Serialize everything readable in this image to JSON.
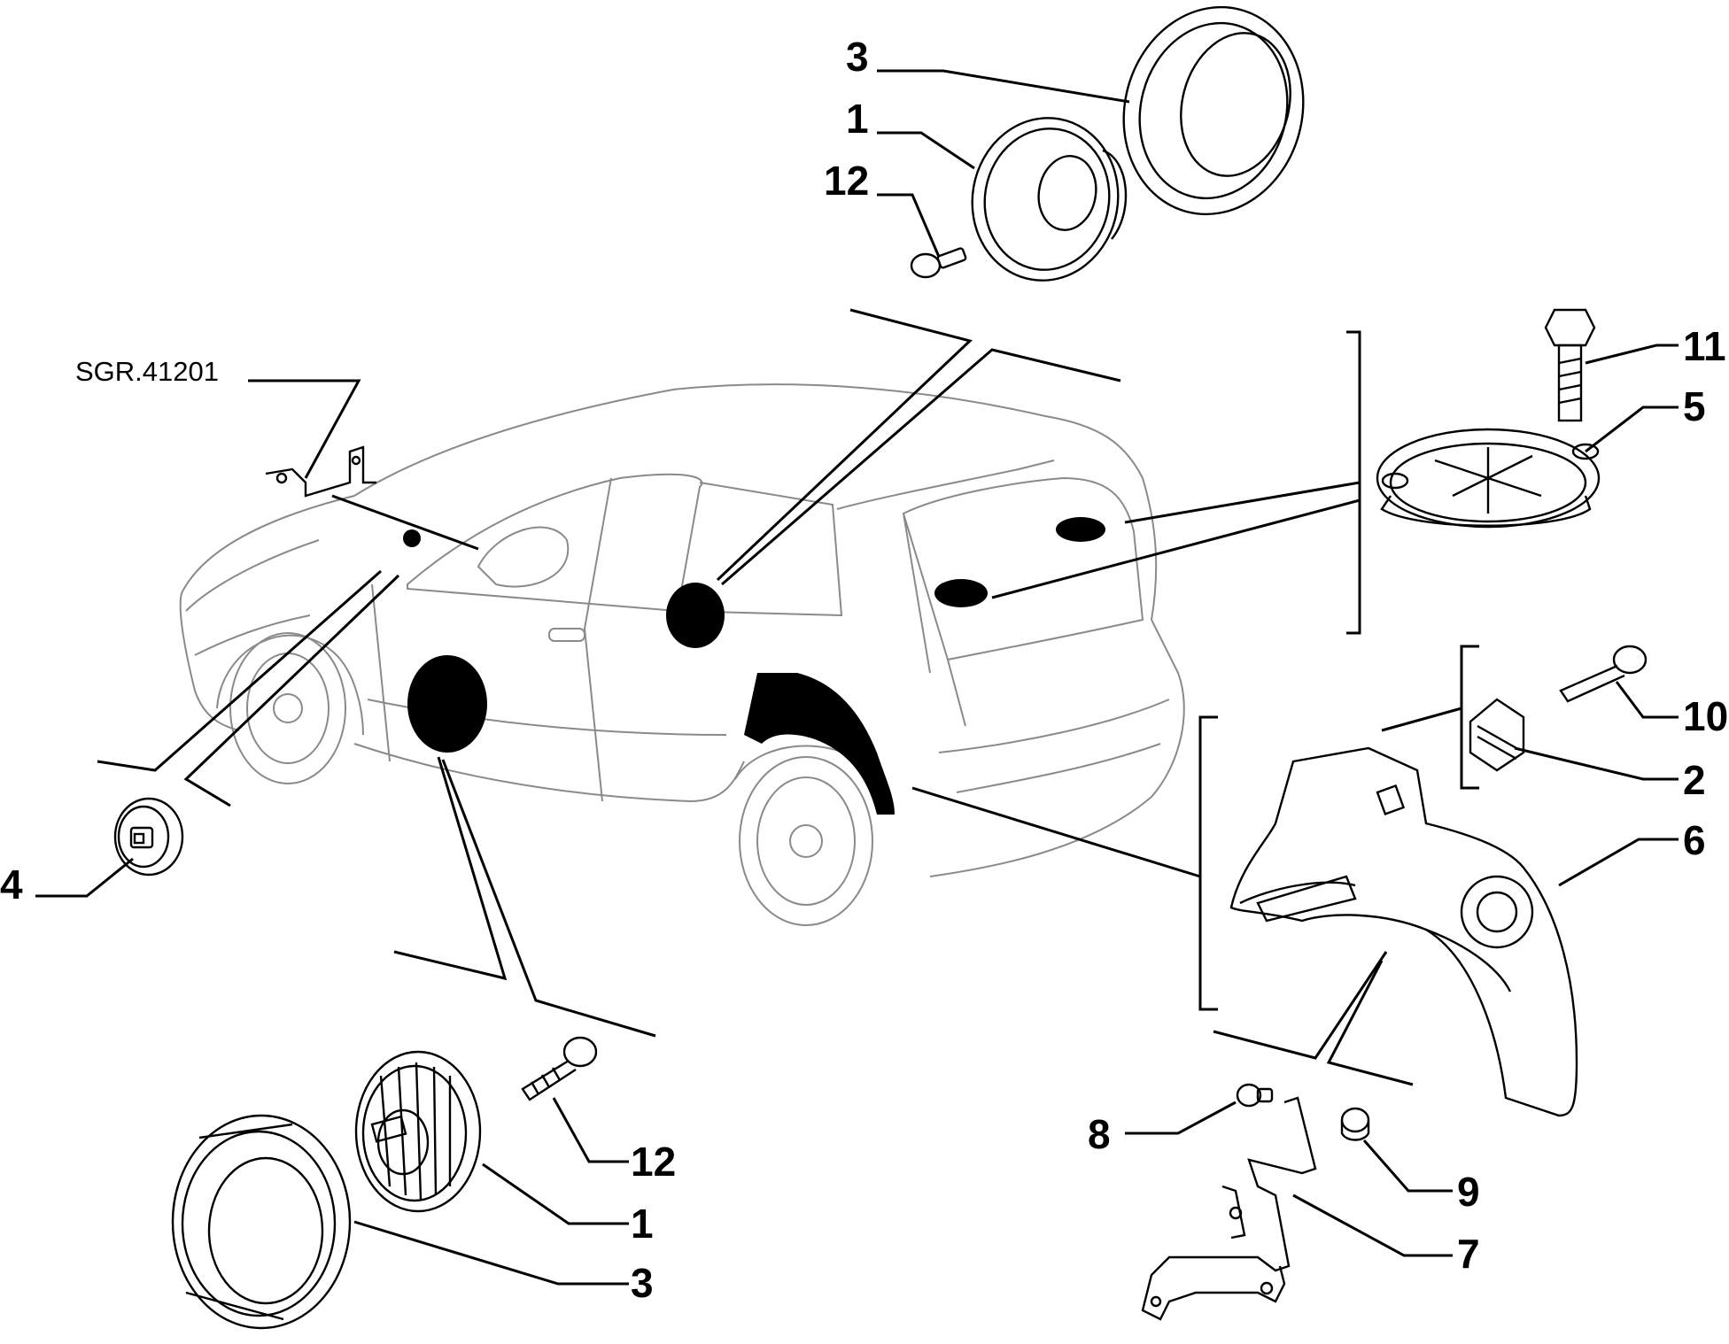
{
  "diagram": {
    "reference_code": "SGR.41201",
    "callouts": {
      "top_cover": "3",
      "top_speaker": "1",
      "top_screw": "12",
      "bolt": "11",
      "rear_speaker": "5",
      "screw_10": "10",
      "connector_2": "2",
      "wheel_liner": "6",
      "connector_4": "4",
      "nut_8": "8",
      "spacer_9": "9",
      "bracket_7": "7",
      "bottom_screw": "12",
      "bottom_speaker": "1",
      "bottom_cover": "3"
    }
  }
}
